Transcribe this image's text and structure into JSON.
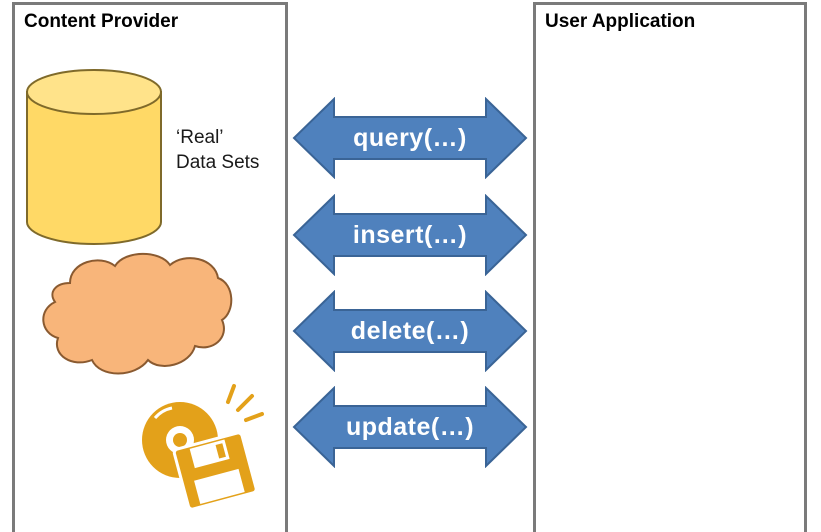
{
  "provider": {
    "title": "Content Provider",
    "data_label_line1": "‘Real’",
    "data_label_line2": "Data Sets"
  },
  "application": {
    "title": "User Application"
  },
  "operations": [
    {
      "label": "query(…)"
    },
    {
      "label": "insert(…)"
    },
    {
      "label": "delete(…)"
    },
    {
      "label": "update(…)"
    }
  ],
  "colors": {
    "panel_border": "#7a7a7a",
    "arrow_fill": "#4f81bd",
    "arrow_stroke": "#3a6496",
    "cylinder_fill": "#ffd966",
    "cloud_fill": "#f8b57a",
    "media_icon": "#e3a11a"
  },
  "icons": [
    "database-cylinder-icon",
    "cloud-icon",
    "disc-floppy-media-icon"
  ]
}
